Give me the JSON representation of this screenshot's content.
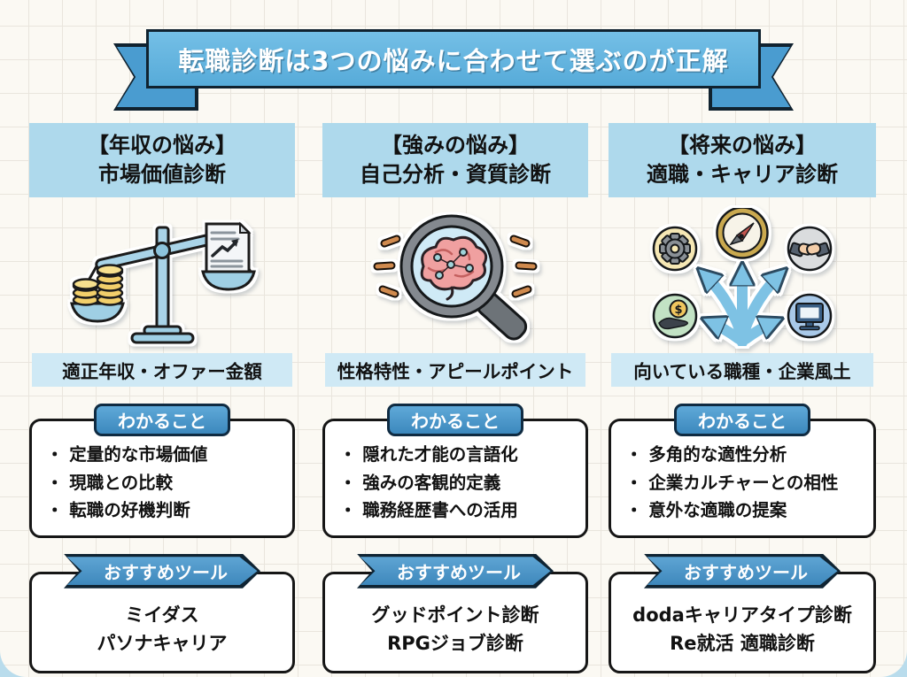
{
  "banner": {
    "title": "転職診断は3つの悩みに合わせて選ぶのが正解"
  },
  "colors": {
    "banner_band": "#5fb0dd",
    "banner_tail": "#4a9cd0",
    "header_bg": "#aed9ec",
    "subtitle_bg": "#cfe9f5",
    "tab_blue": "#4190c5",
    "box_border": "#161616",
    "paper_bg": "#fbf9f3",
    "underlay_blue": "#b9dcec"
  },
  "columns": [
    {
      "header_line1": "【年収の悩み】",
      "header_line2": "市場価値診断",
      "icon": "balance-scale-coins-document",
      "subtitle": "適正年収・オファー金額",
      "learn": {
        "label": "わかること",
        "items": [
          "・ 定量的な市場価値",
          "・ 現職との比較",
          "・ 転職の好機判断"
        ]
      },
      "tools": {
        "label": "おすすめツール",
        "items": [
          "ミイダス",
          "パソナキャリア"
        ]
      }
    },
    {
      "header_line1": "【強みの悩み】",
      "header_line2": "自己分析・資質診断",
      "icon": "magnifier-brain",
      "subtitle": "性格特性・アピールポイント",
      "learn": {
        "label": "わかること",
        "items": [
          "・ 隠れた才能の言語化",
          "・ 強みの客観的定義",
          "・ 職務経歴書への活用"
        ]
      },
      "tools": {
        "label": "おすすめツール",
        "items": [
          "グッドポイント診断",
          "RPGジョブ診断"
        ]
      }
    },
    {
      "header_line1": "【将来の悩み】",
      "header_line2": "適職・キャリア診断",
      "icon": "branching-career-paths",
      "subtitle": "向いている職種・企業風土",
      "learn": {
        "label": "わかること",
        "items": [
          "・ 多角的な適性分析",
          "・ 企業カルチャーとの相性",
          "・ 意外な適職の提案"
        ]
      },
      "tools": {
        "label": "おすすめツール",
        "items": [
          "dodaキャリアタイプ診断",
          "Re就活 適職診断"
        ]
      }
    }
  ]
}
